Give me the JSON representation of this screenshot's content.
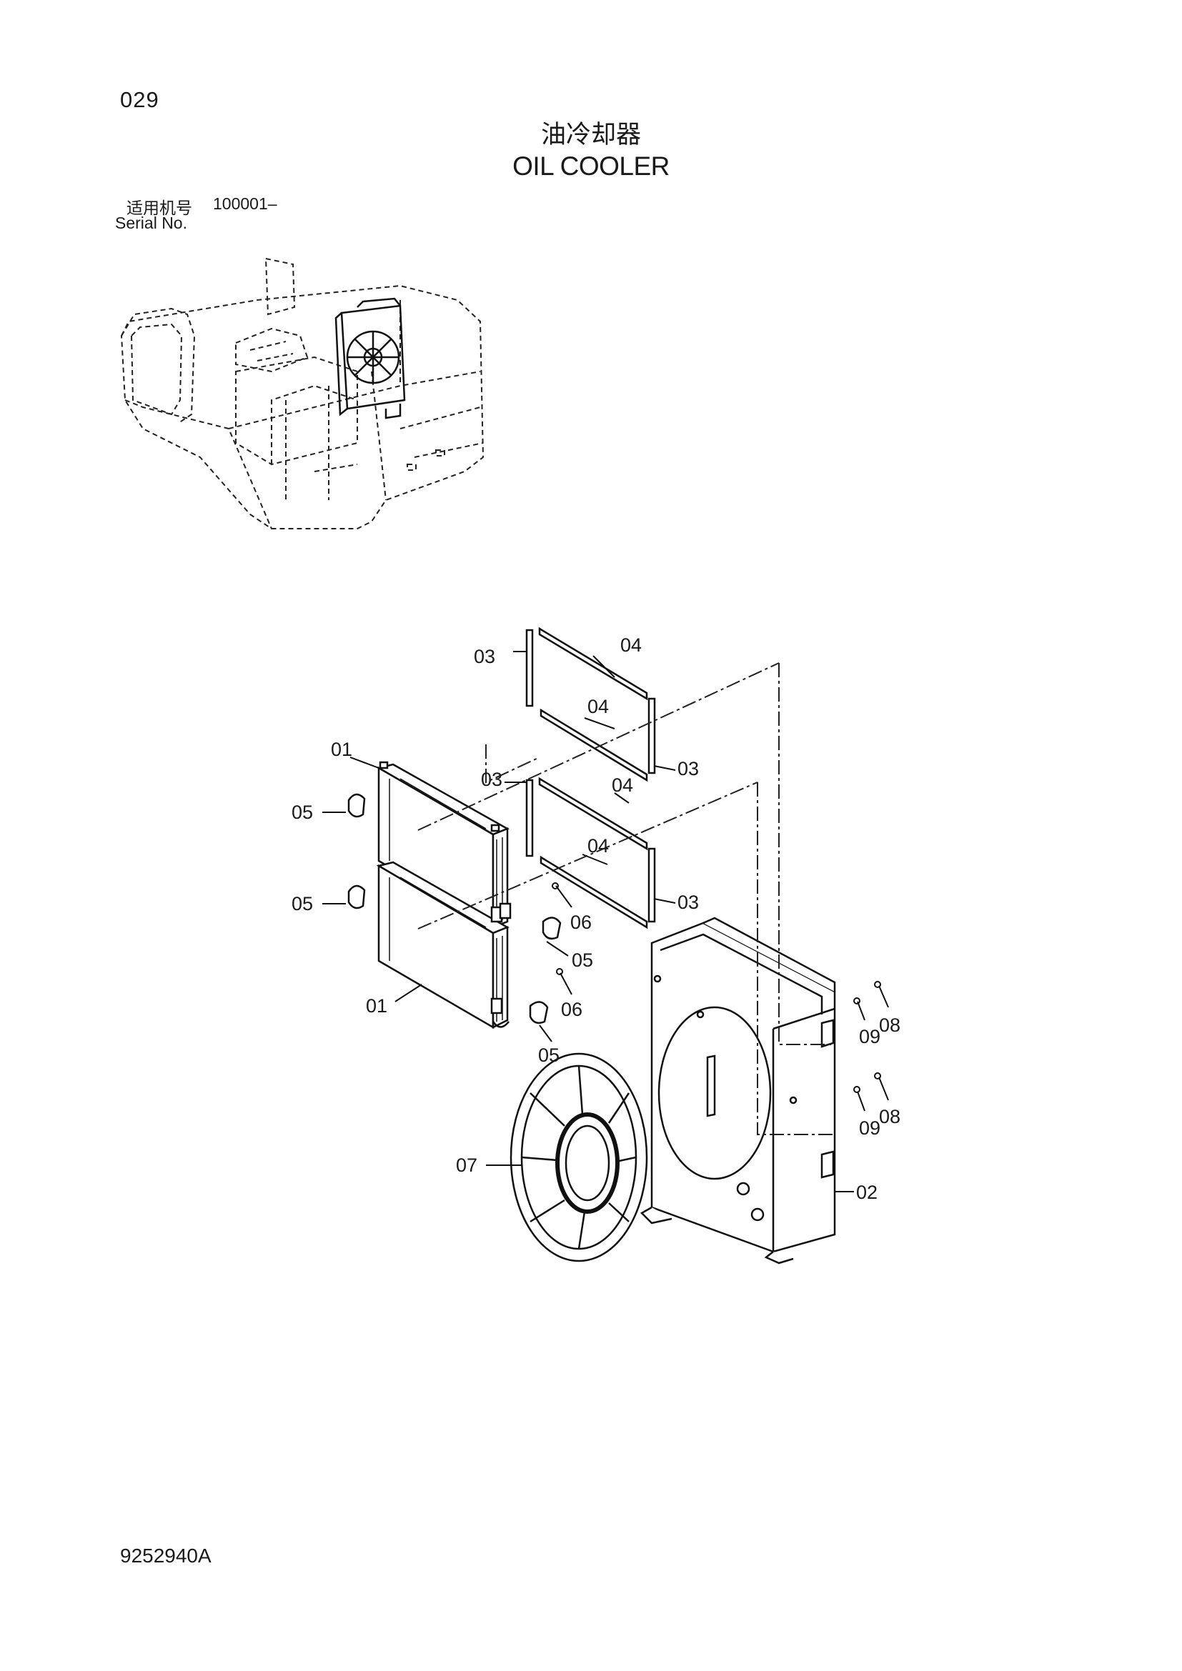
{
  "header": {
    "page_number": "029",
    "title_zh": "油冷却器",
    "title_en": "OIL COOLER",
    "serial_label_zh": "适用机号",
    "serial_value": "100001–",
    "serial_label_en": "Serial No."
  },
  "callouts": {
    "c01a": "01",
    "c01b": "01",
    "c02": "02",
    "c03a": "03",
    "c03b": "03",
    "c03c": "03",
    "c03d": "03",
    "c04a": "04",
    "c04b": "04",
    "c04c": "04",
    "c04d": "04",
    "c05a": "05",
    "c05b": "05",
    "c05c": "05",
    "c05d": "05",
    "c06a": "06",
    "c06b": "06",
    "c07": "07",
    "c08a": "08",
    "c08b": "08",
    "c09a": "09",
    "c09b": "09"
  },
  "footer": {
    "drawing_number": "9252940A"
  }
}
